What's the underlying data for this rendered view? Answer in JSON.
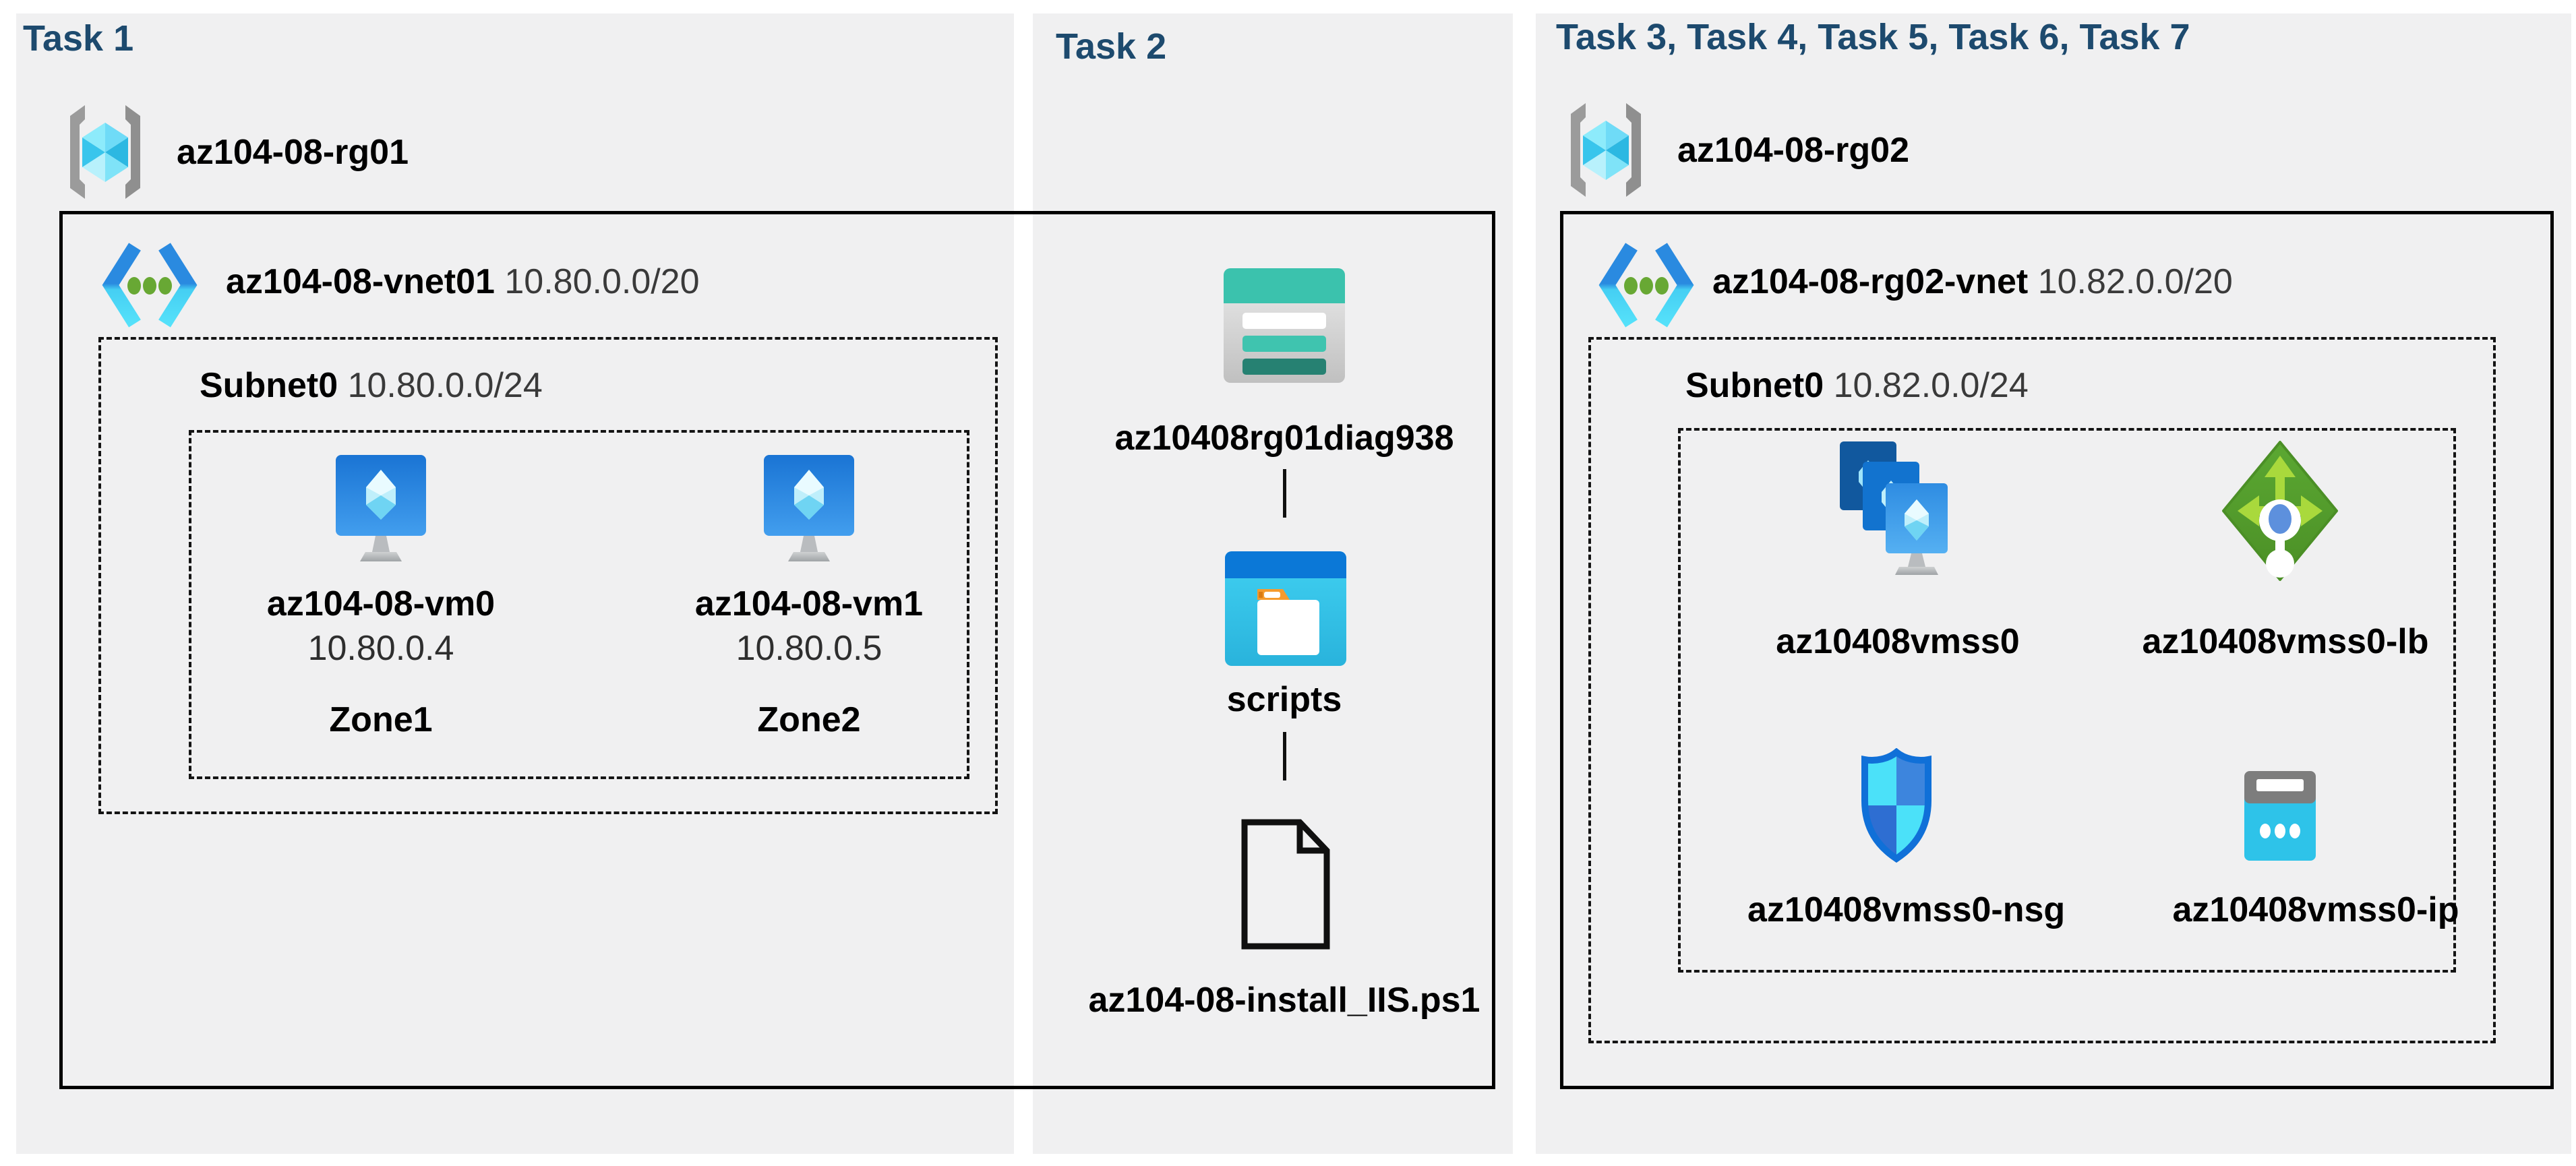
{
  "task1": {
    "heading": "Task 1",
    "resource_group": "az104-08-rg01",
    "vnet": {
      "name": "az104-08-vnet01",
      "cidr": "10.80.0.0/20"
    },
    "subnet": {
      "name": "Subnet0",
      "cidr": "10.80.0.0/24"
    },
    "vms": [
      {
        "name": "az104-08-vm0",
        "ip": "10.80.0.4",
        "zone": "Zone1"
      },
      {
        "name": "az104-08-vm1",
        "ip": "10.80.0.5",
        "zone": "Zone2"
      }
    ]
  },
  "task2": {
    "heading": "Task 2",
    "storage_account": "az10408rg01diag938",
    "container": "scripts",
    "script_file": "az104-08-install_IIS.ps1"
  },
  "task3": {
    "heading": "Task 3, Task 4, Task 5, Task 6, Task 7",
    "resource_group": "az104-08-rg02",
    "vnet": {
      "name": "az104-08-rg02-vnet",
      "cidr": "10.82.0.0/20"
    },
    "subnet": {
      "name": "Subnet0",
      "cidr": "10.82.0.0/24"
    },
    "resources": [
      {
        "name": "az10408vmss0",
        "type": "vm-scale-set"
      },
      {
        "name": "az10408vmss0-lb",
        "type": "load-balancer"
      },
      {
        "name": "az10408vmss0-nsg",
        "type": "network-security-group"
      },
      {
        "name": "az10408vmss0-ip",
        "type": "public-ip"
      }
    ]
  },
  "colors": {
    "panel_background": "#f0f0f1",
    "heading_text": "#1d4a6e",
    "muted_text": "#3a3a3a",
    "box_border": "#000000",
    "vnet_blue": "#2a8ae0",
    "vnet_cyan": "#4fdcf8",
    "storage_teal": "#3bc2ad",
    "folder_blue": "#0b78d7",
    "lb_green": "#55a02c",
    "nsg_blue": "#1070d8",
    "ip_cyan": "#2ec3e9"
  }
}
